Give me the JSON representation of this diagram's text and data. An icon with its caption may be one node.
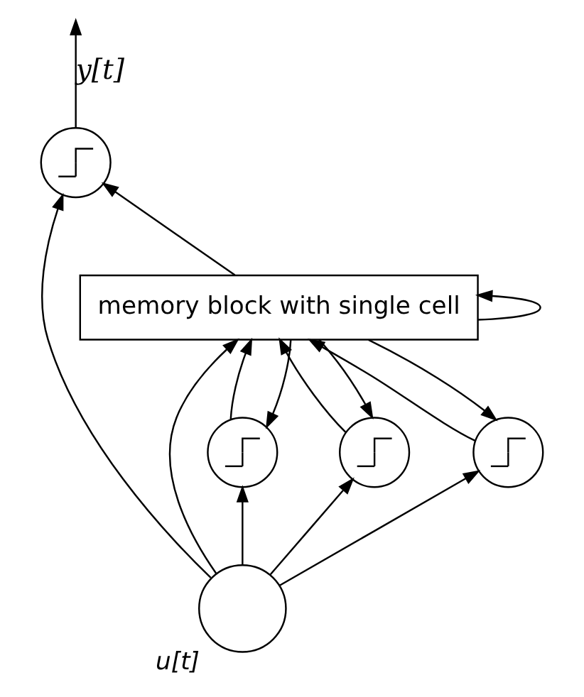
{
  "diagram": {
    "nodes": [
      {
        "text": [],
        "shape": "picture"
      },
      {
        "text": [
          "memory block with single cell"
        ]
      },
      {
        "text": [],
        "shape": "picture"
      },
      {
        "text": [],
        "shape": "picture"
      },
      {
        "text": [],
        "shape": "picture"
      },
      {
        "text": [],
        "shape": "circle",
        "beside": [
          "u[t]"
        ]
      }
    ],
    "edges": [
      {
        "from": 0,
        "to": null,
        "arrow": "to",
        "label": "y[t]"
      },
      {
        "from": 1,
        "to": 0,
        "arrow": "to"
      },
      {
        "from": 1,
        "to": 2,
        "arrow": "to"
      },
      {
        "from": 1,
        "to": 3,
        "arrow": "to"
      },
      {
        "from": 1,
        "to": 4,
        "arrow": "to"
      },
      {
        "from": 1,
        "to": 1,
        "arrow": "to"
      },
      {
        "from": 2,
        "to": 1,
        "arrow": "to"
      },
      {
        "from": 3,
        "to": 1,
        "arrow": "to"
      },
      {
        "from": 4,
        "to": 1,
        "arrow": "to"
      },
      {
        "from": 5,
        "to": 0,
        "arrow": "to"
      },
      {
        "from": 5,
        "to": 1,
        "arrow": "to"
      },
      {
        "from": 5,
        "to": 2,
        "arrow": "to"
      },
      {
        "from": 5,
        "to": 3,
        "arrow": "to"
      },
      {
        "from": 5,
        "to": 4,
        "arrow": "to"
      }
    ]
  }
}
